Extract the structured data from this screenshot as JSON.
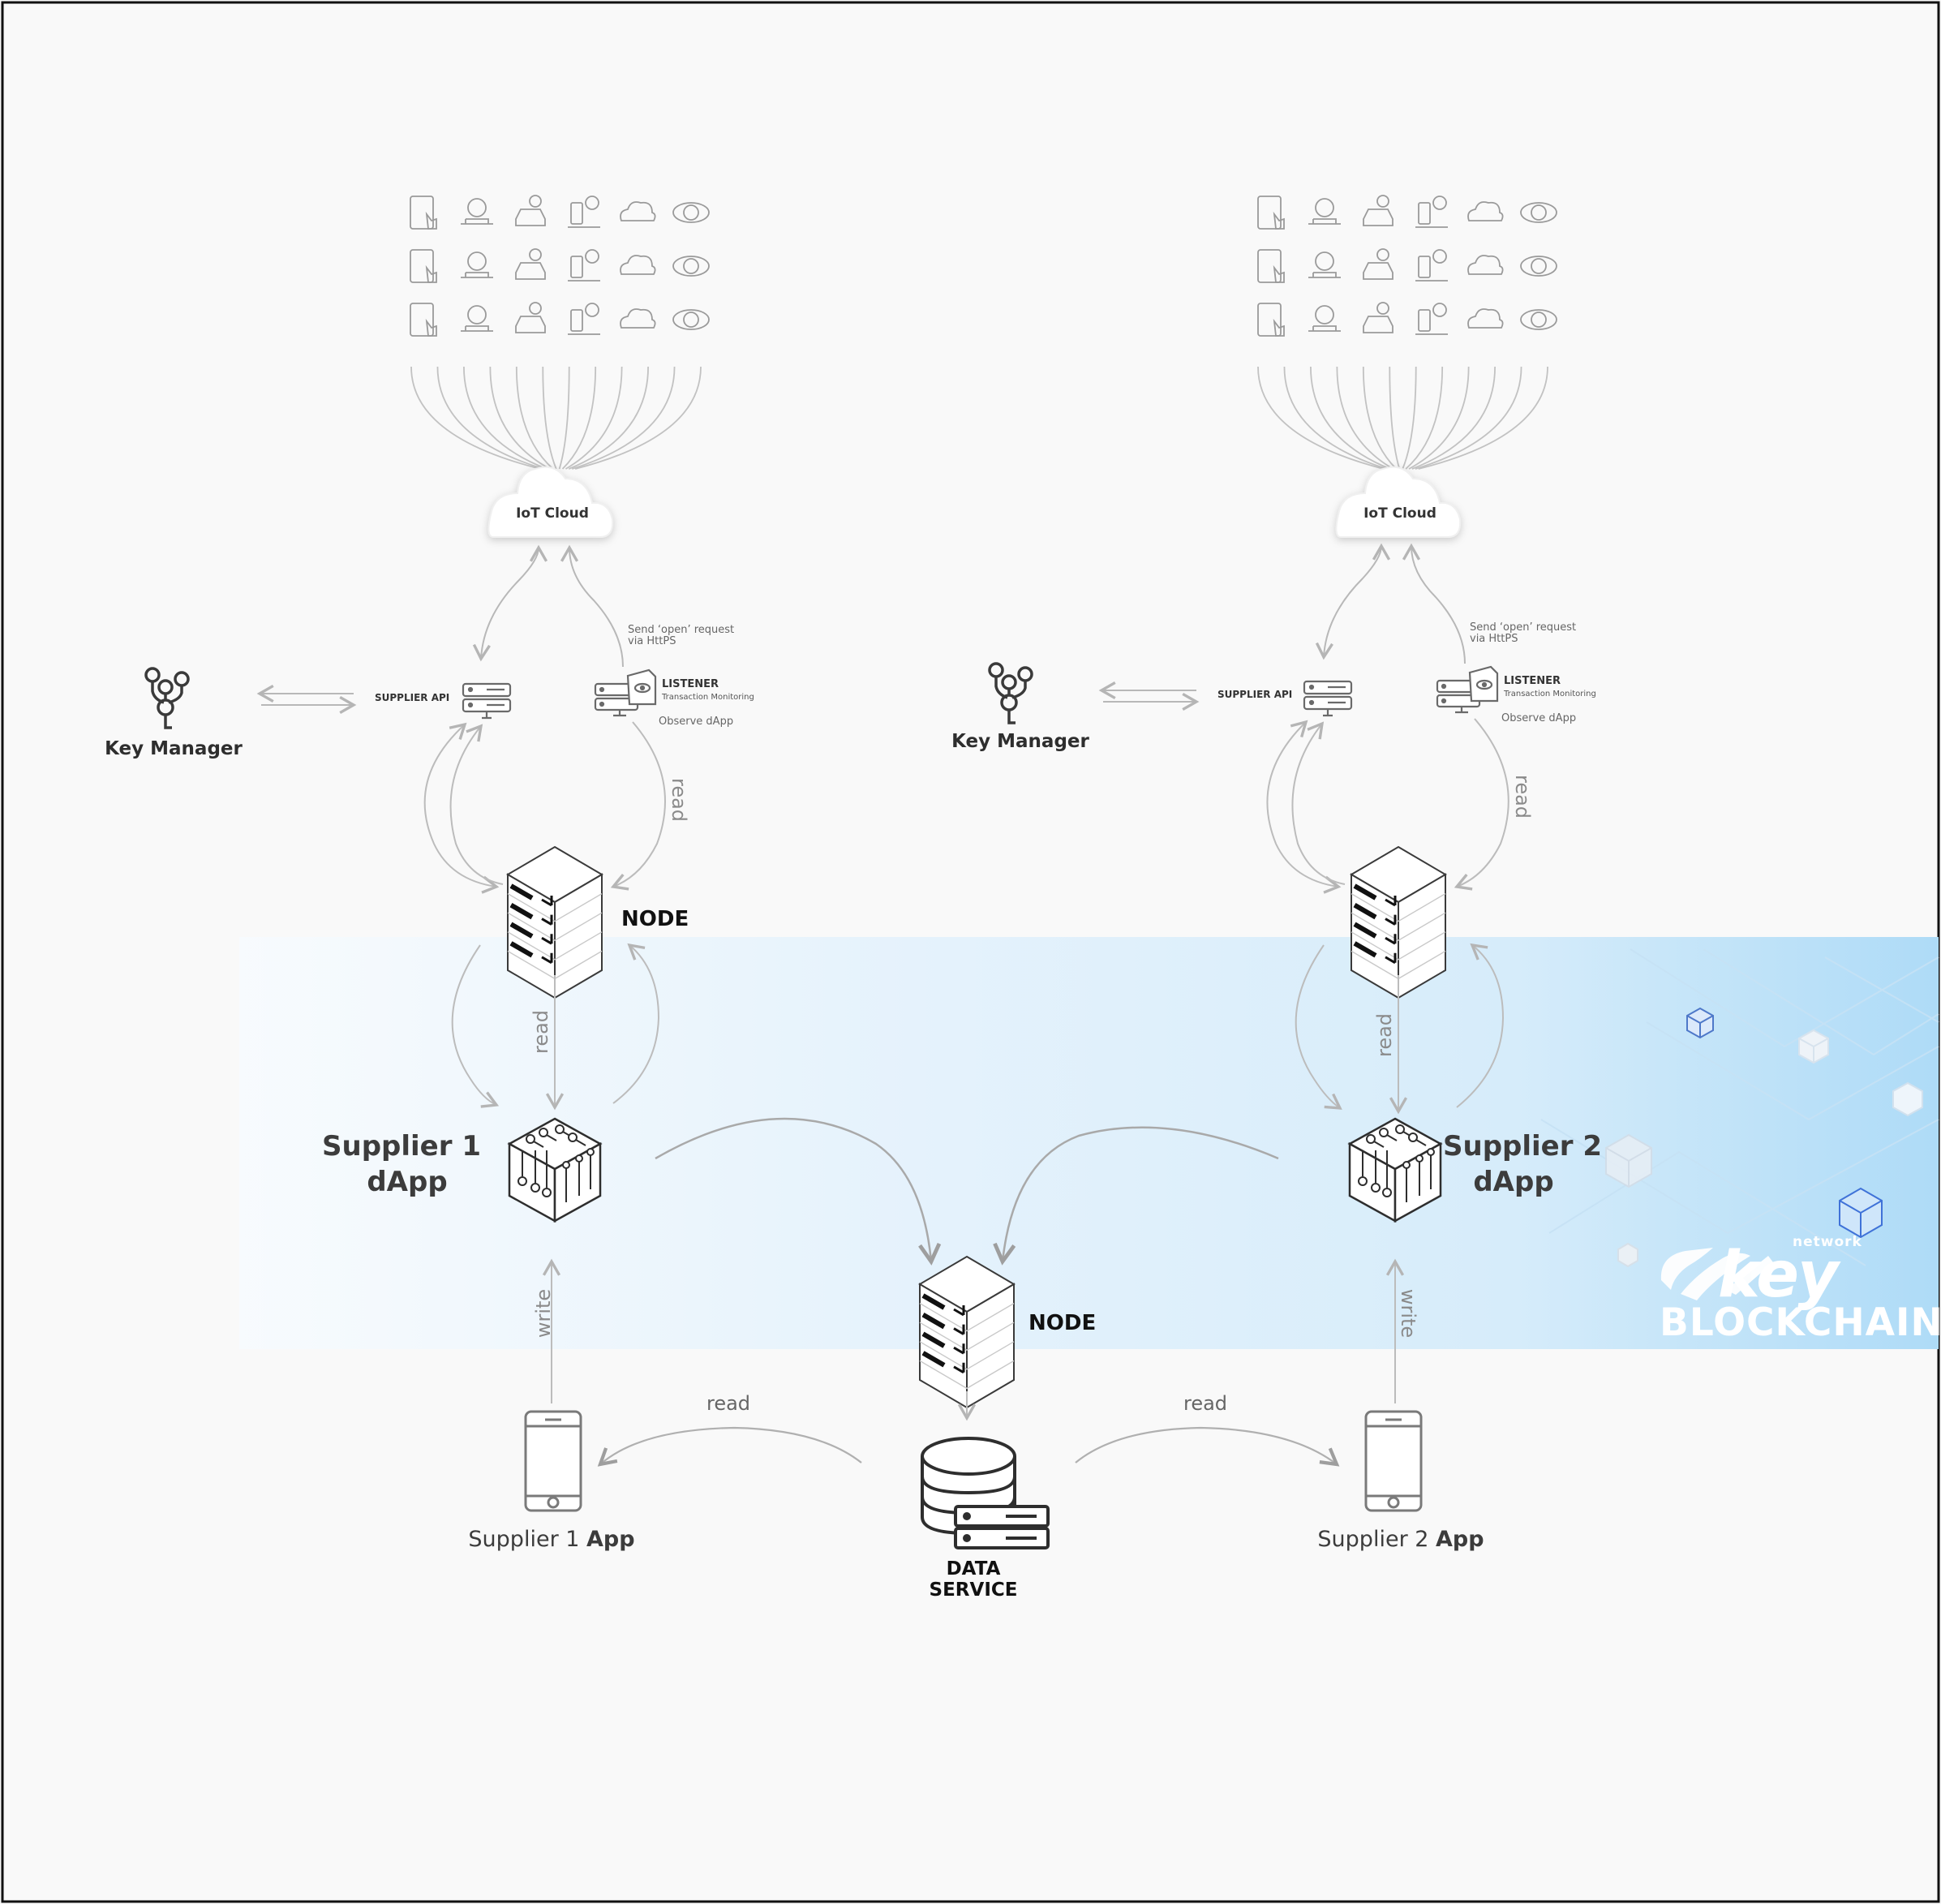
{
  "diagram": {
    "left_cluster": {
      "cloud_label": "IoT Cloud",
      "key_manager_label": "Key Manager",
      "supplier_api_label": "SUPPLIER API",
      "listener_title": "LISTENER",
      "listener_subtitle": "Transaction Monitoring",
      "observe_label": "Observe dApp",
      "send_request_line1": "Send ‘open’ request",
      "send_request_line2": "via HttPS",
      "read_label": "read",
      "node_label": "NODE",
      "node_read_label": "read",
      "dapp_line1": "Supplier 1",
      "dapp_line2": "dApp",
      "write_label": "write",
      "app_label_normal": "Supplier 1 ",
      "app_label_bold": "App",
      "app_read_label": "read"
    },
    "right_cluster": {
      "cloud_label": "IoT Cloud",
      "key_manager_label": "Key Manager",
      "supplier_api_label": "SUPPLIER API",
      "listener_title": "LISTENER",
      "listener_subtitle": "Transaction Monitoring",
      "observe_label": "Observe dApp",
      "send_request_line1": "Send ‘open’ request",
      "send_request_line2": "via HttPS",
      "read_label": "read",
      "node_read_label": "read",
      "dapp_line1": "Supplier 2",
      "dapp_line2": "dApp",
      "write_label": "write",
      "app_label_normal": "Supplier 2 ",
      "app_label_bold": "App",
      "app_read_label": "read"
    },
    "center": {
      "node_label": "NODE",
      "data_service_line1": "DATA",
      "data_service_line2": "SERVICE"
    },
    "brand": {
      "network_label": "network",
      "logo_text": "key",
      "blockchain_label": "BLOCKCHAIN"
    },
    "colors": {
      "band_start": "#eef6fd",
      "band_end": "#a9d8f6",
      "line": "#b5b5b5",
      "icon": "#8c8c8c",
      "text_dark": "#2e2e2e"
    }
  }
}
